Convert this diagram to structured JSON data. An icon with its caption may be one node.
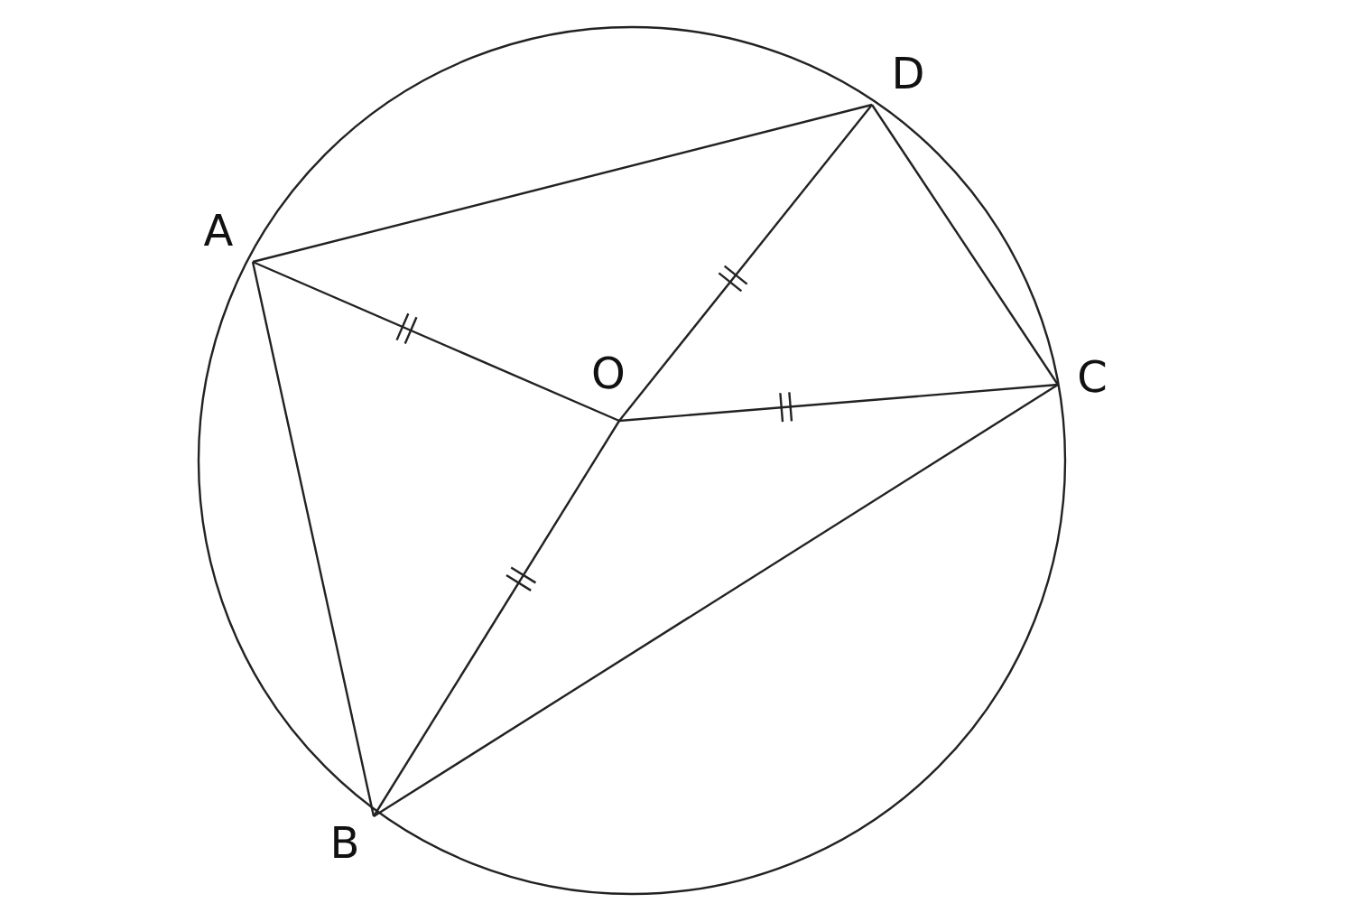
{
  "diagram": {
    "nodes": [
      {
        "text": [
          "D"
        ]
      },
      {
        "text": [
          "A"
        ]
      },
      {
        "text": [
          "O"
        ]
      },
      {
        "text": [
          "C"
        ]
      },
      {
        "text": [
          "B"
        ]
      }
    ],
    "edges": [
      {
        "from": 1,
        "to": 0,
        "arrow": "none"
      },
      {
        "from": 0,
        "to": 3,
        "arrow": "none"
      },
      {
        "from": 1,
        "to": 4,
        "arrow": "none"
      },
      {
        "from": 4,
        "to": 3,
        "arrow": "none"
      },
      {
        "from": 1,
        "to": 2,
        "arrow": "none"
      },
      {
        "from": 2,
        "to": 0,
        "arrow": "none"
      },
      {
        "from": 2,
        "to": 3,
        "arrow": "none"
      },
      {
        "from": 2,
        "to": 4,
        "arrow": "none"
      }
    ]
  }
}
